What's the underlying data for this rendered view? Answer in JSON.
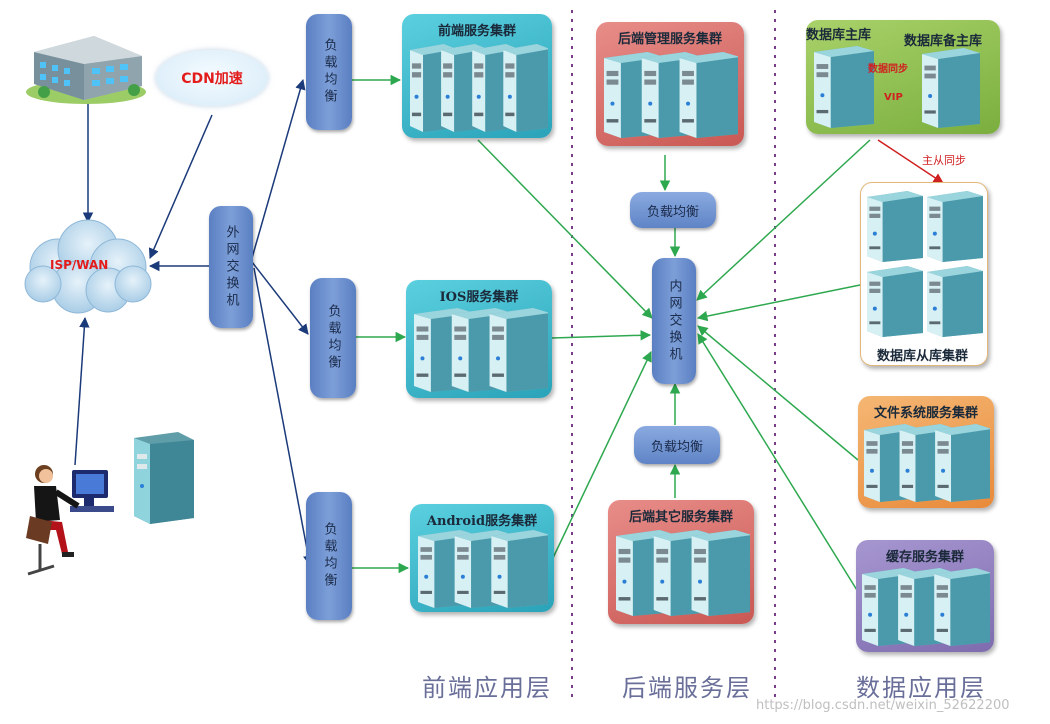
{
  "labels": {
    "cdn": "CDN加速",
    "isp": "ISP/WAN",
    "outer_switch": "外网交换机",
    "inner_switch": "内网交换机",
    "lb": "负载均衡",
    "frontend_cluster": "前端服务集群",
    "ios_cluster": "IOS服务集群",
    "android_cluster": "Android服务集群",
    "backend_mgmt_cluster": "后端管理服务集群",
    "backend_other_cluster": "后端其它服务集群",
    "db_master": "数据库主库",
    "db_backup": "数据库备主库",
    "data_sync": "数据同步",
    "vip": "VIP",
    "master_slave_sync": "主从同步",
    "db_slave_cluster": "数据库从库集群",
    "file_cluster": "文件系统服务集群",
    "cache_cluster": "缓存服务集群"
  },
  "layers": {
    "frontend": "前端应用层",
    "backend": "后端服务层",
    "data": "数据应用层"
  },
  "watermark": "https://blog.csdn.net/weixin_52622200",
  "colors": {
    "teal_cluster": "#3fb7c9",
    "red_cluster": "#d9726f",
    "green_cluster": "#8cc152",
    "orange_cluster": "#f0a35a",
    "purple_cluster": "#8c7bb8",
    "arrow_green": "#2ea84f",
    "arrow_blue": "#1b3a7a",
    "arrow_red": "#d02020"
  }
}
